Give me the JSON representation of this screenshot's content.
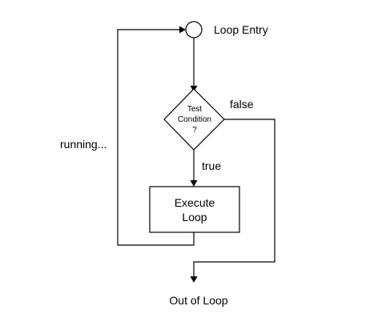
{
  "diagram": {
    "type": "flowchart",
    "colors": {
      "stroke": "#000000",
      "fill": "#ffffff",
      "text": "#000000"
    },
    "nodes": {
      "entry": {
        "label": "Loop Entry",
        "shape": "circle"
      },
      "condition": {
        "line1": "Test",
        "line2": "Condition",
        "line3": "?",
        "shape": "diamond"
      },
      "execute": {
        "line1": "Execute",
        "line2": "Loop",
        "shape": "rectangle"
      },
      "exit": {
        "label": "Out of Loop"
      }
    },
    "edges": {
      "true_label": "true",
      "false_label": "false",
      "loop_label": "running..."
    }
  }
}
